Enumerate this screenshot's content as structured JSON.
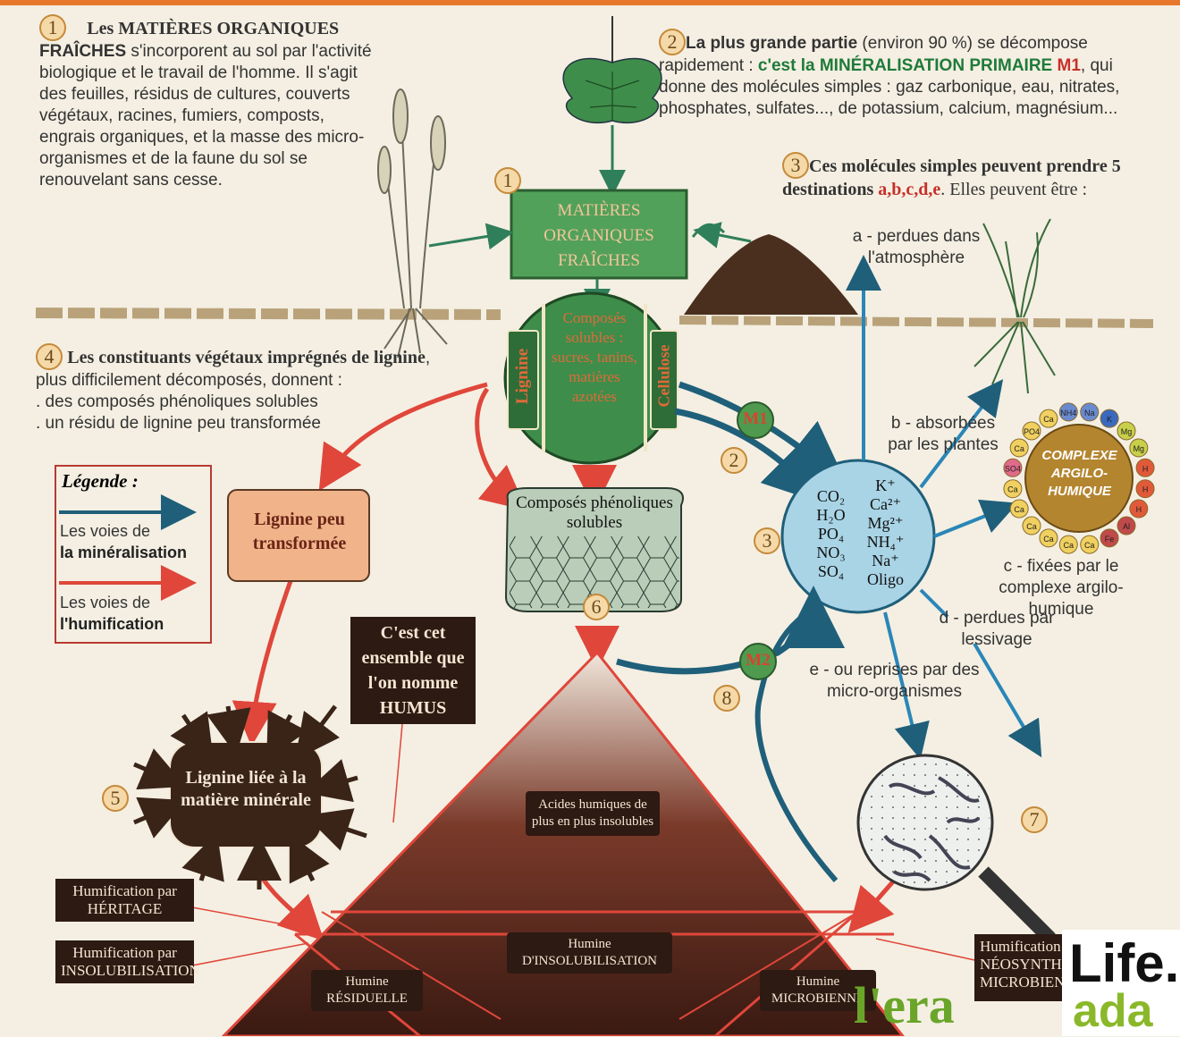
{
  "blocks": {
    "b1": {
      "n": "1",
      "lead": "Les MATIÈRES ORGANIQUES",
      "lead2": "FRAÎCHES",
      "body": " s'incorporent au sol par l'activité biologique et le travail de l'homme. Il s'agit des feuilles, résidus de cultures, couverts végétaux, racines, fumiers, composts, engrais organiques, et la masse des micro-organismes et de la faune du sol se renouvelant sans cesse."
    },
    "b2": {
      "n": "2",
      "lead": "La plus grande partie",
      "body": " (environ 90 %) se décompose rapidement : ",
      "strong": "c'est la MINÉRALISATION PRIMAIRE",
      "code": "M1",
      "tail": ", qui donne des molécules simples : gaz carbonique, eau, nitrates, phosphates, sulfates..., de potassium, calcium, magnésium..."
    },
    "b3": {
      "n": "3",
      "lead": "Ces molécules simples peuvent prendre 5 destinations",
      "codes": "a,b,c,d,e",
      "tail": ". Elles peuvent être :"
    },
    "b4": {
      "n": "4",
      "lead": "Les constituants végétaux imprégnés de lignine",
      "body": ", plus difficilement décomposés, donnent :",
      "l1": ". des composés phénoliques solubles",
      "l2": ". un résidu de lignine peu transformée"
    }
  },
  "mof_box": "MATIÈRES ORGANIQUES FRAÎCHES",
  "circle": {
    "left": "Lignine",
    "center": "Composés solubles : sucres, tanins, matières azotées",
    "right": "Cellulose"
  },
  "phenol_box": "Composés phénoliques solubles",
  "lignine_peu": "Lignine peu transformée",
  "lignine_liee": "Lignine liée à la matière minérale",
  "humus_note": "C'est cet ensemble que l'on nomme HUMUS",
  "mineral_circle": {
    "left": [
      "CO₂",
      "H₂O",
      "PO₄",
      "NO₃",
      "SO₄"
    ],
    "right": [
      "K⁺",
      "Ca²⁺",
      "Mg²⁺",
      "NH₄⁺",
      "Na⁺",
      "Oligo"
    ]
  },
  "m1": "M1",
  "m2": "M2",
  "dest": {
    "a": "a - perdues dans l'atmosphère",
    "b": "b - absorbées par les plantes",
    "c": "c - fixées par le complexe argilo-humique",
    "d": "d - perdues par lessivage",
    "e": "e - ou reprises par des micro-organismes"
  },
  "complexe": "COMPLEXE ARGILO-HUMIQUE",
  "ions": [
    "PO4",
    "Ca",
    "NH4",
    "Na",
    "K",
    "Mg",
    "Mg",
    "H",
    "H",
    "H",
    "Al",
    "Fe",
    "Ca",
    "Ca",
    "Ca",
    "Ca",
    "Ca",
    "Ca",
    "SO4",
    "Ca"
  ],
  "legend": {
    "title": "Légende :",
    "min1": "Les voies de",
    "min2": "la minéralisation",
    "hum1": "Les voies de",
    "hum2": "l'humification",
    "min_color": "#1f5f7a",
    "hum_color": "#e0463a"
  },
  "pyramid": {
    "acides": "Acides humiques de plus en plus insolubles",
    "insol": "Humine D'INSOLUBILISATION",
    "resid": "Humine RÉSIDUELLE",
    "micro": "Humine MICROBIENNE"
  },
  "hum_heritage": "Humification par HÉRITAGE",
  "hum_insol": "Humification par INSOLUBILISATION",
  "hum_neo": "Humification par NÉOSYNTHÈSE MICROBIENNE",
  "numbers": [
    "1",
    "2",
    "3",
    "5",
    "6",
    "7",
    "8"
  ],
  "watermark1": "Life.",
  "watermark2": "ada",
  "watermark3": "l'era",
  "colors": {
    "mineral": "#1f5f7a",
    "humif": "#e0463a",
    "green": "#3f8d4a",
    "circle_blue": "#a9d4e6"
  }
}
